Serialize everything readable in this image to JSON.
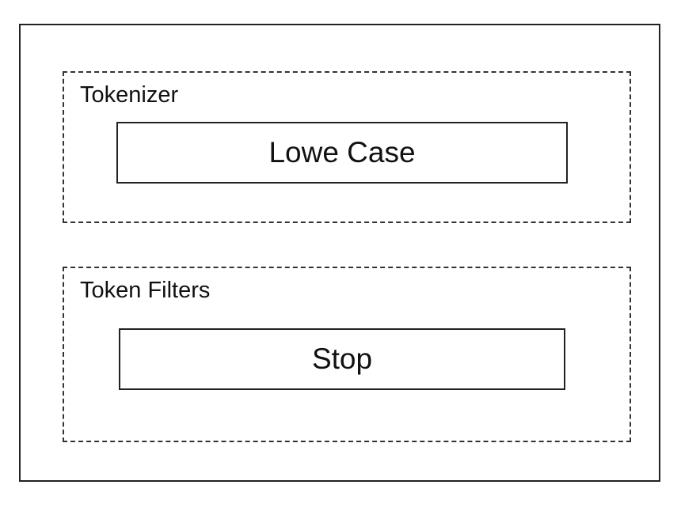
{
  "analyzer": {
    "tokenizer": {
      "label": "Tokenizer",
      "item": "Lowe Case"
    },
    "token_filters": {
      "label": "Token Filters",
      "item": "Stop"
    }
  }
}
